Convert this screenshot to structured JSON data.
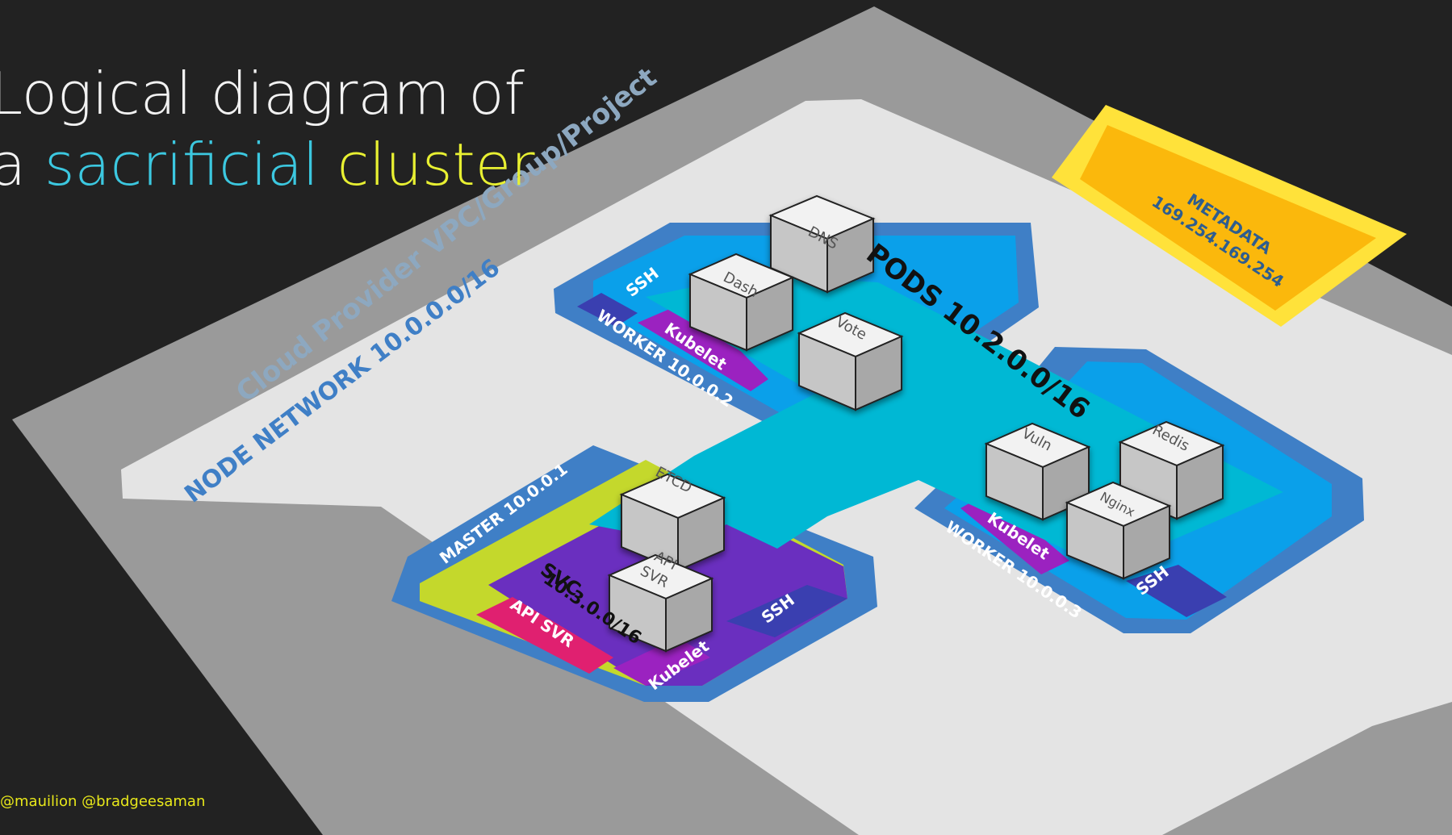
{
  "title": {
    "line1": "Logical diagram of",
    "line2_prefix": "a",
    "line2_word1": "sacrificial",
    "line2_word2": "cluster"
  },
  "footer": "@mauilion @bradgeesaman",
  "labels": {
    "vpc": "Cloud Provider VPC/Group/Project",
    "node_network": "NODE NETWORK 10.0.0.0/16",
    "pods": "PODS 10.2.0.0/16",
    "metadata_name": "METADATA",
    "metadata_ip": "169.254.169.254",
    "master": "MASTER 10.0.0.1",
    "svc": "SVC",
    "svc_cidr": "10.3.0.0/16",
    "master_api_svr": "API SVR",
    "master_kubelet": "Kubelet",
    "master_ssh": "SSH",
    "worker1": "WORKER 10.0.0.2",
    "worker1_kubelet": "Kubelet",
    "worker1_ssh": "SSH",
    "worker2": "WORKER 10.0.0.3",
    "worker2_kubelet": "Kubelet",
    "worker2_ssh": "SSH"
  },
  "boxes": {
    "dns": "DNS",
    "dash": "Dash",
    "vote": "Vote",
    "etcd": "ETCD",
    "api1": "API",
    "api2": "SVR",
    "vuln": "Vuln",
    "redis": "Redis",
    "nginx": "Nginx"
  },
  "colors": {
    "background": "#222222",
    "title_text": "#f2f2f2",
    "accent_cyan": "#3cc8e0",
    "accent_yellow": "#e8f032",
    "vpc": "#9a9a9a",
    "node_network": "#e4e4e4",
    "host": "#3f7fc6",
    "host_inner": "#0aa0ea",
    "pods": "#00b8d4",
    "master_lime": "#c4d82c",
    "svc": "#6a2fbf",
    "api_svr": "#e02070",
    "kubelet": "#9b22c0",
    "ssh": "#3a3fb0",
    "metadata_outer": "#ffe23a",
    "metadata_inner": "#fbb80c"
  }
}
